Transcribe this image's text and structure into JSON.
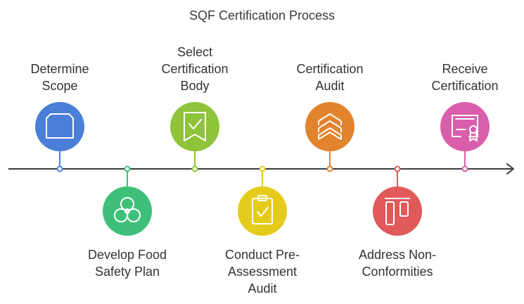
{
  "title": "SQF Certification Process",
  "steps": [
    {
      "label": "Determine\nScope",
      "color": "#4a7fd8",
      "icon": "document-outline-icon",
      "position": "above"
    },
    {
      "label": "Develop Food\nSafety Plan",
      "color": "#3fc07a",
      "icon": "biohazard-icon",
      "position": "below"
    },
    {
      "label": "Select\nCertification\nBody",
      "color": "#8fc43a",
      "icon": "badge-checkmark-icon",
      "position": "above"
    },
    {
      "label": "Conduct Pre-\nAssessment\nAudit",
      "color": "#e6cc1a",
      "icon": "clipboard-check-icon",
      "position": "below"
    },
    {
      "label": "Certification\nAudit",
      "color": "#e2832e",
      "icon": "chevrons-up-icon",
      "position": "above"
    },
    {
      "label": "Address Non-\nConformities",
      "color": "#e05a5a",
      "icon": "kanban-board-icon",
      "position": "below"
    },
    {
      "label": "Receive\nCertification",
      "color": "#d95fac",
      "icon": "certificate-icon",
      "position": "above"
    }
  ],
  "line_color": "#3a3a3a"
}
